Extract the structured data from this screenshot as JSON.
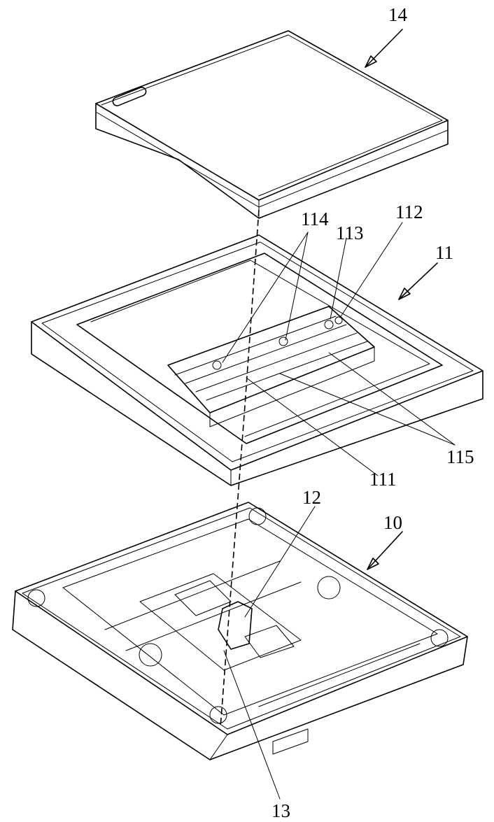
{
  "labels": {
    "cover": "14",
    "frame": "11",
    "frame_111": "111",
    "frame_112": "112",
    "frame_113": "113",
    "frame_114": "114",
    "frame_115": "115",
    "base": "10",
    "base_12": "12",
    "base_13": "13"
  }
}
